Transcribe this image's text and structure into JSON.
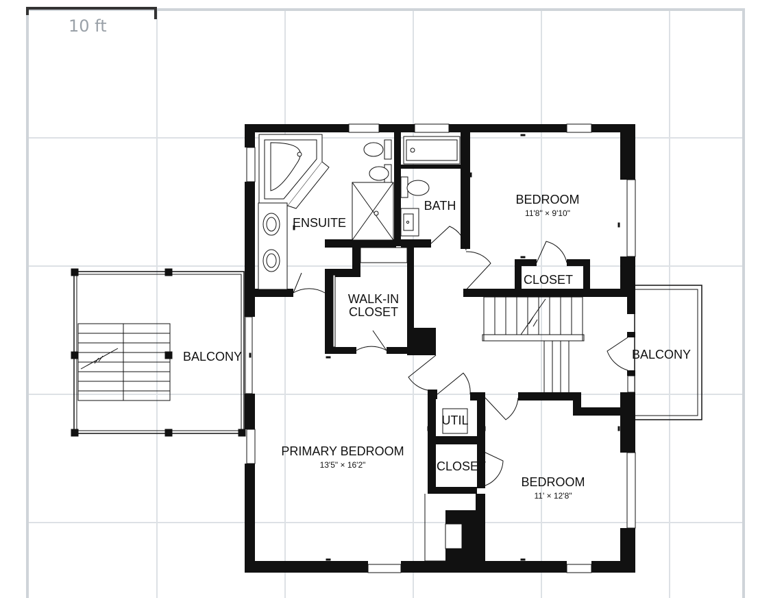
{
  "scale": {
    "label": "10 ft"
  },
  "rooms": {
    "bedroom_ne": {
      "name": "BEDROOM",
      "dims": "11'8\" × 9'10\""
    },
    "closet_ne": {
      "name": "CLOSET"
    },
    "bath": {
      "name": "BATH"
    },
    "ensuite": {
      "name": "ENSUITE"
    },
    "walk_in_line1": {
      "name": "WALK-IN"
    },
    "walk_in_line2": {
      "name": "CLOSET"
    },
    "balcony_west": {
      "name": "BALCONY"
    },
    "balcony_east": {
      "name": "BALCONY"
    },
    "primary_bedroom": {
      "name": "PRIMARY BEDROOM",
      "dims": "13'5\" × 16'2\""
    },
    "util": {
      "name": "UTIL"
    },
    "closet_s": {
      "name": "CLOSET"
    },
    "bedroom_se": {
      "name": "BEDROOM",
      "dims": "11' × 12'8\""
    }
  },
  "colors": {
    "wall": "#111111",
    "grid": "#dde1e5",
    "frame": "#cfd4d9",
    "scale_bar": "#333333"
  }
}
